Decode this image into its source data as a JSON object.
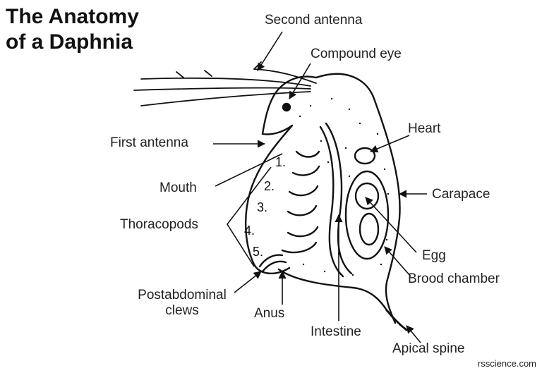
{
  "title": {
    "line1": "The Anatomy",
    "line2": "of a Daphnia"
  },
  "labels": {
    "second_antenna": "Second antenna",
    "compound_eye": "Compound eye",
    "heart": "Heart",
    "first_antenna": "First antenna",
    "carapace": "Carapace",
    "mouth": "Mouth",
    "thoracopods": "Thoracopods",
    "egg": "Egg",
    "brood_chamber": "Brood chamber",
    "postabdominal_line1": "Postabdominal",
    "postabdominal_line2": "clews",
    "anus": "Anus",
    "intestine": "Intestine",
    "apical_spine": "Apical spine"
  },
  "thoracopod_numbers": [
    "1.",
    "2.",
    "3.",
    "4.",
    "5."
  ],
  "credit": "rsscience.com"
}
